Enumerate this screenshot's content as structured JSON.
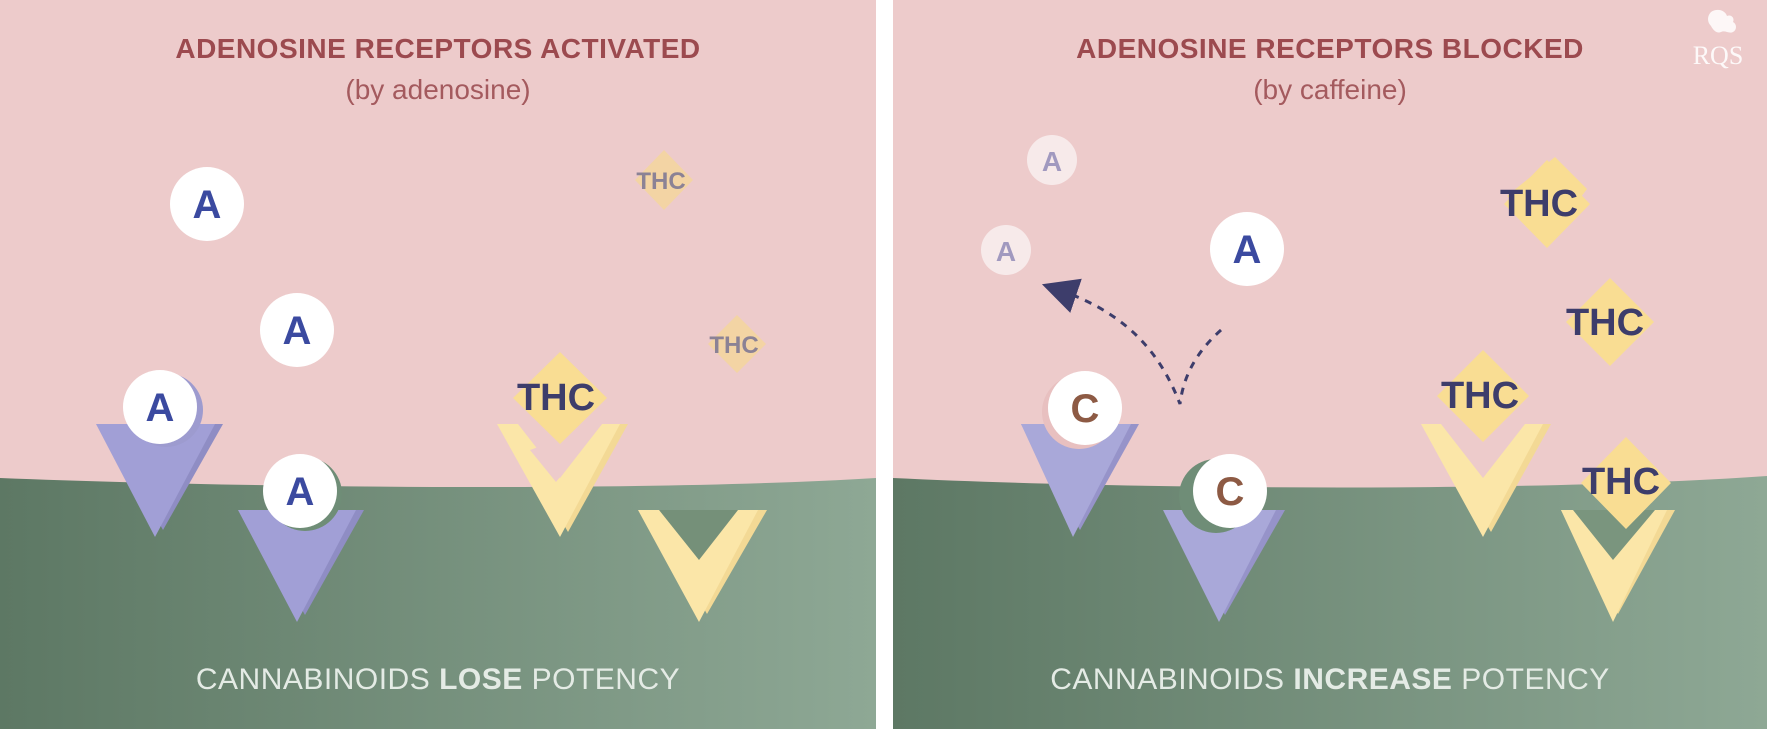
{
  "colors": {
    "pink": "#edcbcb",
    "green_dark": "#5f7a66",
    "green_light": "#8da793",
    "title_red": "#9c4a4f",
    "subtitle_red": "#a45a5e",
    "receptor_purple": "#a19fd6",
    "receptor_yellow": "#fbe6a8",
    "molecule_blue": "#3b4aa0",
    "molecule_brown": "#8d5a44",
    "thc_text": "#3d3d6b",
    "caption": "#e4ebe5"
  },
  "left": {
    "title": "ADENOSINE RECEPTORS ACTIVATED",
    "subtitle": "(by adenosine)",
    "caption_pre": "CANNABINOIDS",
    "caption_bold": "LOSE",
    "caption_post": "POTENCY",
    "adenosine_label": "A",
    "thc_label": "THC"
  },
  "right": {
    "title": "ADENOSINE RECEPTORS BLOCKED",
    "subtitle": "(by caffeine)",
    "caption_pre": "CANNABINOIDS",
    "caption_bold": "INCREASE",
    "caption_post": "POTENCY",
    "adenosine_label": "A",
    "caffeine_label": "C",
    "thc_label": "THC"
  },
  "logo": {
    "text": "RQS",
    "icon": "lion-crest-icon"
  }
}
